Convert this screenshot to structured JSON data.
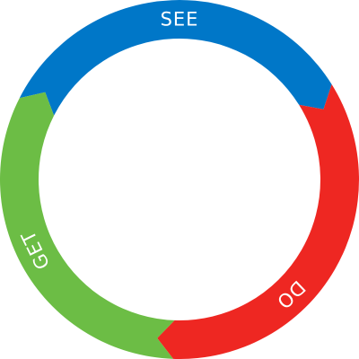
{
  "diagram": {
    "segments": [
      {
        "label": "SEE",
        "color": "#0077c8"
      },
      {
        "label": "DO",
        "color": "#ee2722"
      },
      {
        "label": "GET",
        "color": "#6cbd45"
      }
    ]
  }
}
